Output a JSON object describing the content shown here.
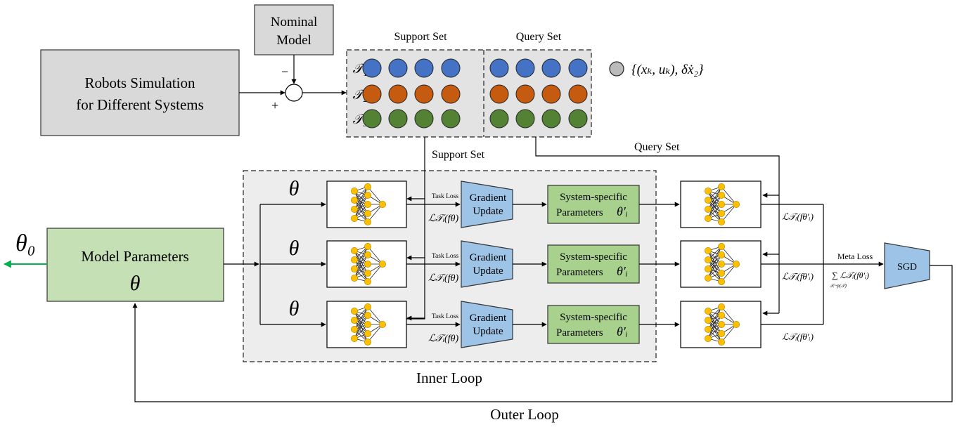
{
  "blocks": {
    "nominal_model": [
      "Nominal",
      "Model"
    ],
    "robots_simulation": [
      "Robots Simulation",
      "for Different Systems"
    ],
    "model_parameters": "Model Parameters",
    "model_parameters_symbol": "θ",
    "sgd": "SGD",
    "gradient_update": [
      "Gradient",
      "Update"
    ],
    "system_specific": "System-specific",
    "parameters_prefix": "Parameters",
    "theta_i_prime": "θ′ᵢ"
  },
  "signs": {
    "minus": "−",
    "plus": "+"
  },
  "dataset": {
    "support_header": "Support Set",
    "query_header": "Query Set",
    "tasks": [
      "𝒯₁",
      "𝒯₂",
      "𝒯₃"
    ],
    "task_colors": [
      "#4472C4",
      "#C55A11",
      "#548235"
    ],
    "legend_formula": "{(xₖ, uₖ), δẋ₂}"
  },
  "labels": {
    "support_set_line": "Support Set",
    "query_set_line": "Query Set",
    "theta": "θ",
    "theta0": "θ₀",
    "task_loss": "Task Loss",
    "task_loss_formula": "ℒ𝒯ᵢ(fθ)",
    "adapted_loss_formula": "ℒ𝒯ᵢ(fθ′ᵢ)",
    "meta_loss": "Meta Loss",
    "meta_loss_formula": "∑ ℒ𝒯ᵢ(fθ′ᵢ)",
    "meta_loss_sub": "𝒯ᵢ~p(𝒯)",
    "inner_loop": "Inner Loop",
    "outer_loop": "Outer Loop"
  },
  "colors": {
    "gray_block": "#D9D9D9",
    "green_block": "#C5E0B4",
    "green_param": "#A9D18E",
    "blue_trapezoid": "#9DC3E6",
    "inner_loop_bg": "#EDEDED",
    "neuron": "#FFC000",
    "neuron_stroke": "#BF9000",
    "output_arrow": "#00B050"
  }
}
